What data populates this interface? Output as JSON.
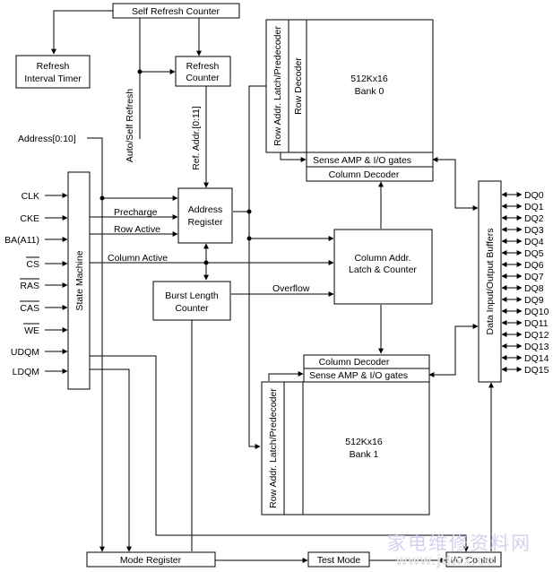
{
  "blocks": {
    "self_refresh_counter": "Self Refresh Counter",
    "refresh_interval_timer": [
      "Refresh",
      "Interval Timer"
    ],
    "refresh_counter": [
      "Refresh",
      "Counter"
    ],
    "state_machine": "State Machine",
    "address_register": [
      "Address",
      "Register"
    ],
    "burst_length_counter": [
      "Burst Length",
      "Counter"
    ],
    "column_addr_latch_counter": [
      "Column Addr.",
      "Latch & Counter"
    ],
    "data_io_buffers": "Data Input/Output Buffers",
    "mode_register": "Mode Register",
    "test_mode": "Test Mode",
    "io_control": "I/O Control",
    "bank0": {
      "row_addr_latch": "Row Addr. Latch/Predecoder",
      "row_decoder": "Row Decoder",
      "array": [
        "512Kx16",
        "Bank 0"
      ],
      "sense_amp": "Sense AMP & I/O gates",
      "column_decoder": "Column Decoder"
    },
    "bank1": {
      "row_addr_latch": "Row Addr. Latch/Predecoder",
      "array": [
        "512Kx16",
        "Bank 1"
      ],
      "sense_amp": "Sense AMP & I/O gates",
      "column_decoder": "Column Decoder"
    }
  },
  "signals": {
    "address": "Address[0:10]",
    "auto_self_refresh": "Auto/Self Refresh",
    "ref_addr": "Ref. Addr.[0:11]",
    "precharge": "Precharge",
    "row_active": "Row Active",
    "column_active": "Column Active",
    "overflow": "Overflow"
  },
  "inputs": [
    "CLK",
    "CKE",
    "BA(A11)",
    "CS",
    "RAS",
    "CAS",
    "WE",
    "UDQM",
    "LDQM"
  ],
  "dq_pins": [
    "DQ0",
    "DQ1",
    "DQ2",
    "DQ3",
    "DQ4",
    "DQ5",
    "DQ6",
    "DQ7",
    "DQ8",
    "DQ9",
    "DQ10",
    "DQ11",
    "DQ12",
    "DQ13",
    "DQ14",
    "DQ15"
  ],
  "watermark": {
    "logo": "家电维修资料网",
    "url": "www.jdwx.cc"
  }
}
